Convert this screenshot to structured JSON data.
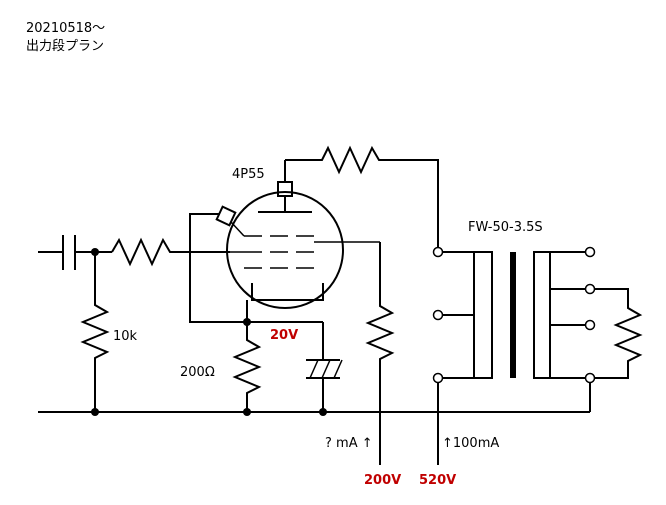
{
  "header": {
    "date": "20210518～",
    "title": "出力段プラン"
  },
  "components": {
    "tube": "4P55",
    "transformer": "FW-50-3.5S",
    "grid_leak": "10k",
    "cathode_resistor": "200Ω"
  },
  "voltages": {
    "cathode": "20V",
    "screen": "200V",
    "plate": "520V"
  },
  "currents": {
    "screen": "? mA ↑",
    "plate": "↑100mA"
  },
  "colors": {
    "ink": "#000000",
    "voltage": "#c00000"
  }
}
